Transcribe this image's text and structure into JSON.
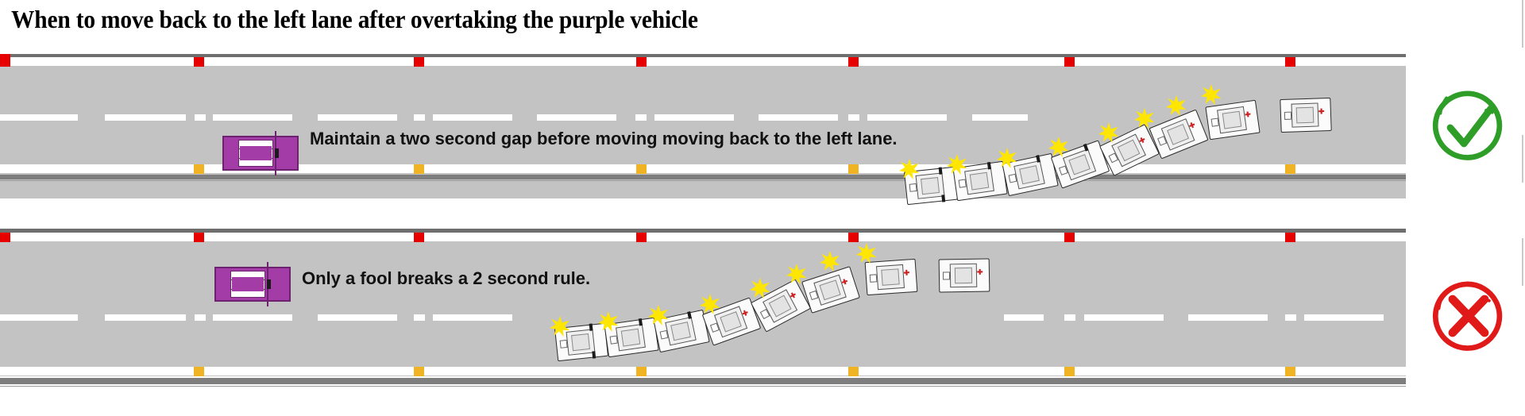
{
  "page": {
    "title": "When to move back to the left lane after overtaking the purple vehicle",
    "background_color": "#ffffff"
  },
  "colors": {
    "road_surface": "#c3c3c3",
    "shoulder": "#7e7e7e",
    "edge_line": "#ffffff",
    "lane_dash": "#ffffff",
    "stud_red": "#e60000",
    "stud_yellow": "#f0b323",
    "purple_vehicle": "#a43ca8",
    "purple_outline": "#6d2270",
    "convoy_vehicle": "#fbfbfb",
    "collision_star": "#ffe600",
    "status_ok": "#2e9e28",
    "status_bad": "#e01919",
    "caption_text": "#111111",
    "title_text": "#000000"
  },
  "scenes": [
    {
      "id": "scene-top",
      "name": "correct-behaviour-scene",
      "caption": "Maintain a two second gap before moving moving back to the left lane.",
      "status": "correct",
      "status_icon": "check-circle-icon",
      "purple_vehicle_label": "purple vehicle",
      "convoy_car_count": 8,
      "collision_star_count": 8
    },
    {
      "id": "scene-bottom",
      "name": "incorrect-behaviour-scene",
      "caption": "Only a fool breaks a 2 second rule.",
      "status": "incorrect",
      "status_icon": "cross-circle-icon",
      "purple_vehicle_label": "purple vehicle",
      "convoy_car_count": 8,
      "collision_star_count": 8
    }
  ],
  "road": {
    "lane_count": 2,
    "edge_marking": "solid white line with reflective studs",
    "centre_marking": "broken white line",
    "stud_colors_top_edge": "red",
    "stud_colors_bottom_edge": "yellow"
  },
  "status_icons": {
    "check_glyph": "✔",
    "cross_glyph": "✘",
    "check_name": "check-circle-icon",
    "cross_name": "cross-circle-icon"
  }
}
